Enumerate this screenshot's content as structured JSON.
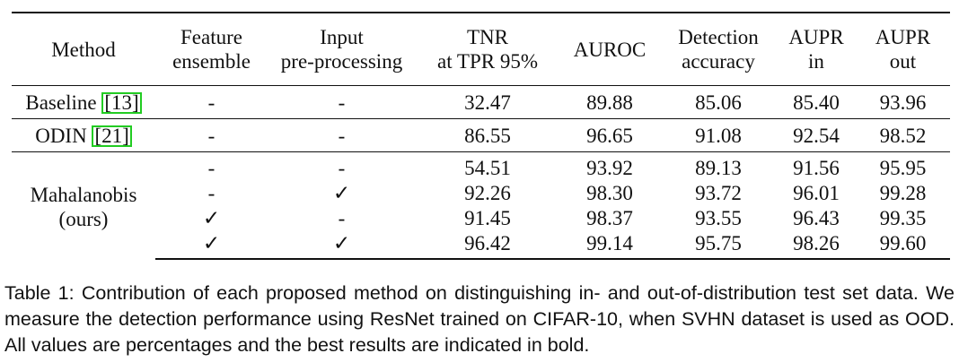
{
  "table": {
    "headers": [
      {
        "line1": "Method",
        "line2": ""
      },
      {
        "line1": "Feature",
        "line2": "ensemble"
      },
      {
        "line1": "Input",
        "line2": "pre-processing"
      },
      {
        "line1": "TNR",
        "line2": "at TPR 95%"
      },
      {
        "line1": "AUROC",
        "line2": ""
      },
      {
        "line1": "Detection",
        "line2": "accuracy"
      },
      {
        "line1": "AUPR",
        "line2": "in"
      },
      {
        "line1": "AUPR",
        "line2": "out"
      }
    ],
    "baseline": {
      "method": "Baseline ",
      "cite": "[13]",
      "feature_ensemble": "-",
      "input_preprocessing": "-",
      "values": [
        "32.47",
        "89.88",
        "85.06",
        "85.40",
        "93.96"
      ]
    },
    "odin": {
      "method": "ODIN ",
      "cite": "[21]",
      "feature_ensemble": "-",
      "input_preprocessing": "-",
      "values": [
        "86.55",
        "96.65",
        "91.08",
        "92.54",
        "98.52"
      ]
    },
    "mahalanobis": {
      "method_line1": "Mahalanobis",
      "method_line2": "(ours)",
      "rows": [
        {
          "feature_ensemble": "-",
          "input_preprocessing": "-",
          "values": [
            "54.51",
            "93.92",
            "89.13",
            "91.56",
            "95.95"
          ]
        },
        {
          "feature_ensemble": "-",
          "input_preprocessing": "✓",
          "values": [
            "92.26",
            "98.30",
            "93.72",
            "96.01",
            "99.28"
          ]
        },
        {
          "feature_ensemble": "✓",
          "input_preprocessing": "-",
          "values": [
            "91.45",
            "98.37",
            "93.55",
            "96.43",
            "99.35"
          ]
        },
        {
          "feature_ensemble": "✓",
          "input_preprocessing": "✓",
          "values": [
            "96.42",
            "99.14",
            "95.75",
            "98.26",
            "99.60"
          ]
        }
      ]
    }
  },
  "caption": "Table 1: Contribution of each proposed method on distinguishing in- and out-of-distribution test set data. We measure the detection performance using ResNet trained on CIFAR-10, when SVHN dataset is used as OOD. All values are percentages and the best results are indicated in bold."
}
